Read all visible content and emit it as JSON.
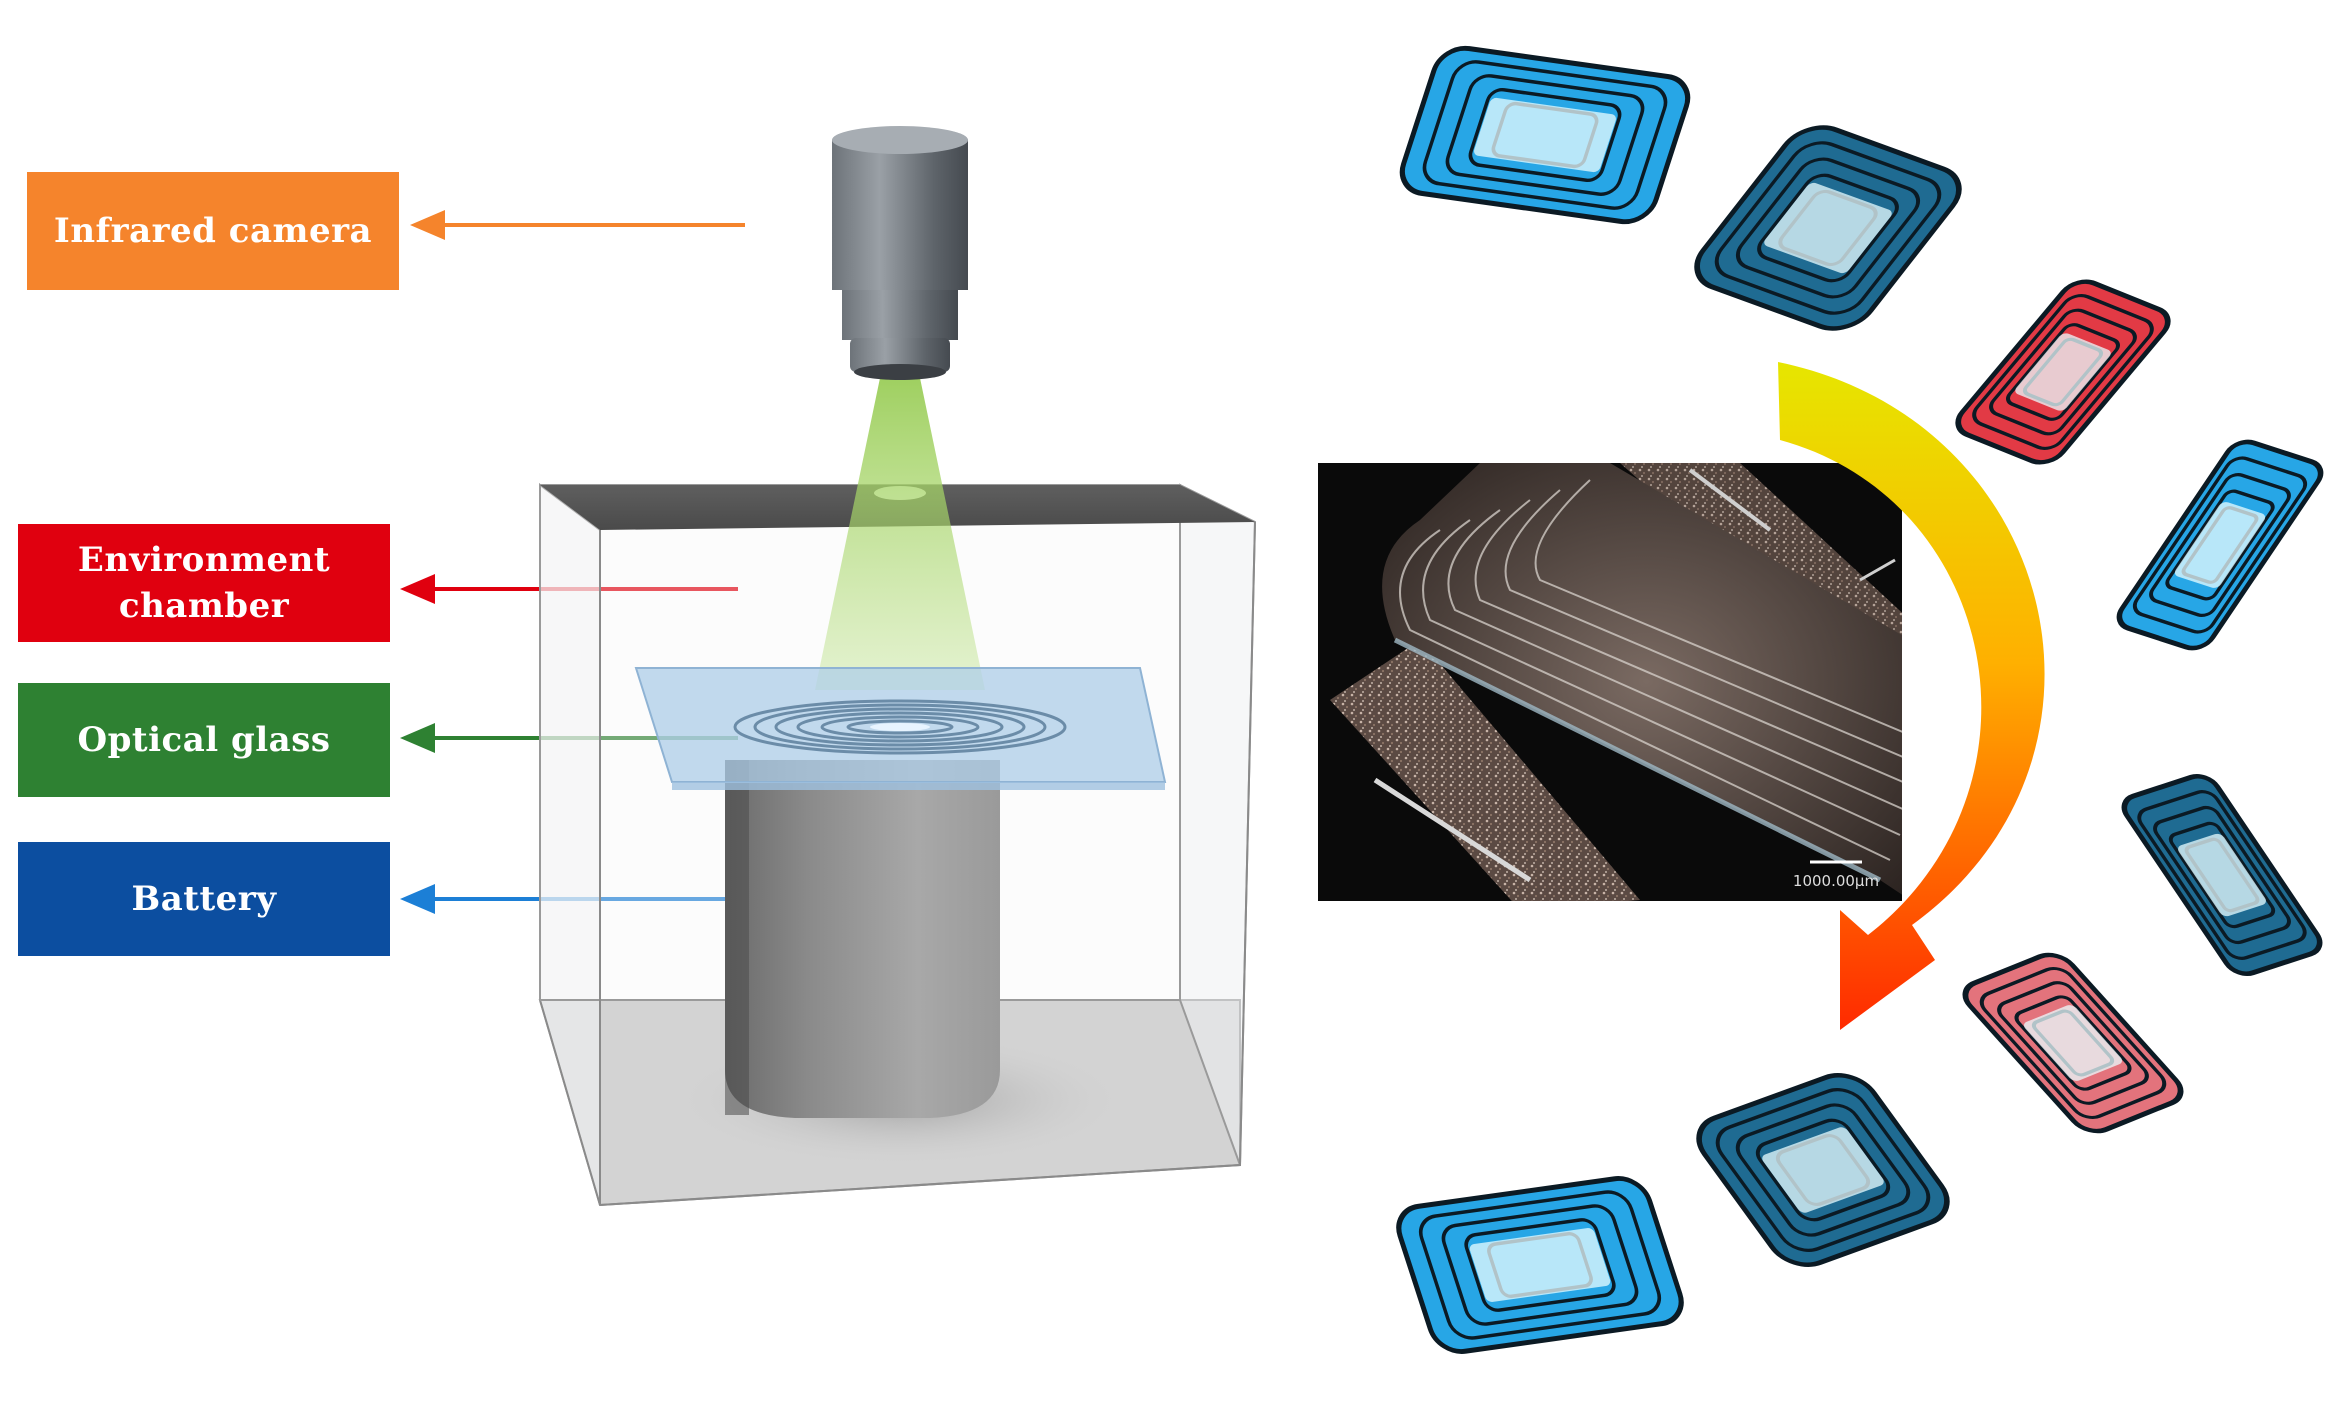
{
  "labels": {
    "infrared_camera": {
      "text": "Infrared camera",
      "color": "#f5842c"
    },
    "environment_chamber": {
      "line1": "Environment",
      "line2": "chamber",
      "color": "#e0000f"
    },
    "optical_glass": {
      "text": "Optical glass",
      "color": "#2e8132"
    },
    "battery": {
      "text": "Battery",
      "color": "#0c4ea0"
    }
  },
  "arrow_colors": {
    "camera": "#f5842c",
    "chamber": "#e0000f",
    "glass": "#2e8132",
    "battery": "#1c7fd6"
  },
  "thermal_cells": {
    "cool_color": "#27a6e6",
    "dark_cool_color": "#1f6b92",
    "hot_color": "#e23a45",
    "warm_color": "#e3737c",
    "sequence": [
      "cool",
      "dark-cool",
      "hot",
      "cool",
      "dark-cool",
      "warm",
      "dark-cool",
      "cool"
    ]
  },
  "curved_arrow": {
    "start_color": "#e6e600",
    "end_color": "#ff2a00"
  },
  "micrograph": {
    "scale_bar_text": "1000.00μm"
  }
}
